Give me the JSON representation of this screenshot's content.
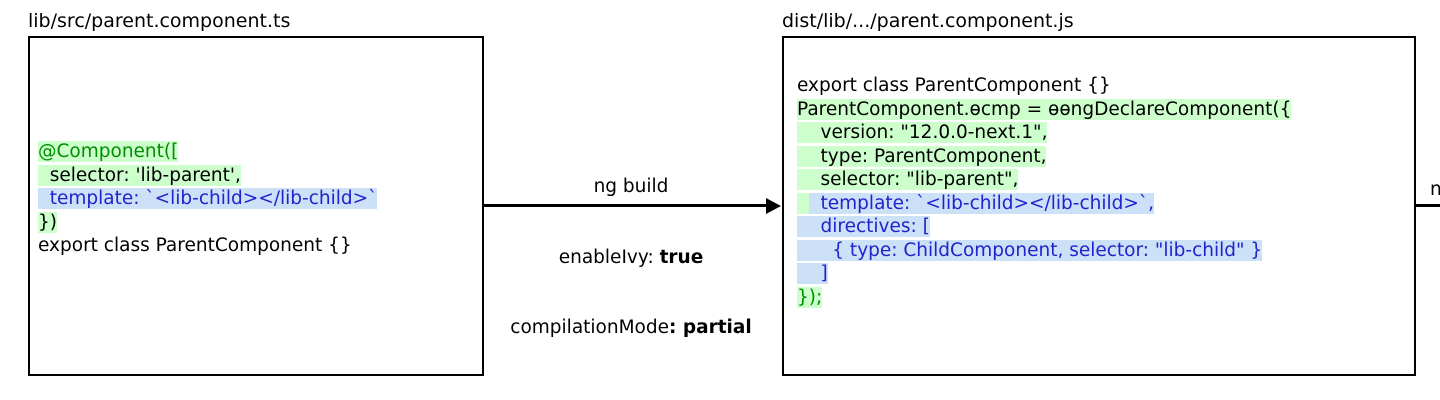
{
  "diagram": {
    "title_left": "lib/src/parent.component.ts",
    "title_right": "dist/lib/.../parent.component.js",
    "arrow": {
      "line1": "ng build",
      "line2_label": "enableIvy: ",
      "line2_value": "true",
      "line3_label": "compilationMode",
      "line3_value": ": partial"
    },
    "edge_fragment": "n"
  },
  "left_code": {
    "lines": [
      {
        "segments": [
          {
            "text": "@Component([",
            "hl": "green",
            "color": "green"
          }
        ]
      },
      {
        "segments": [
          {
            "text": "  selector: 'lib-parent',",
            "hl": "green",
            "color": "black"
          }
        ]
      },
      {
        "segments": [
          {
            "text": "  template: `<lib-child></lib-child>`",
            "hl": "blue",
            "color": "blue"
          }
        ]
      },
      {
        "segments": [
          {
            "text": "})",
            "hl": "green",
            "color": "black"
          }
        ]
      },
      {
        "segments": [
          {
            "text": "export class ParentComponent {}",
            "hl": "none",
            "color": "black"
          }
        ]
      }
    ]
  },
  "right_code": {
    "lines": [
      {
        "segments": [
          {
            "text": "export class ParentComponent {}",
            "hl": "none",
            "color": "black"
          }
        ]
      },
      {
        "segments": [
          {
            "text": "ParentComponent.ɵcmp = ɵɵngDeclareComponent({",
            "hl": "green",
            "color": "black"
          }
        ]
      },
      {
        "segments": [
          {
            "text": "    version: \"12.0.0-next.1\",",
            "hl": "green",
            "color": "black"
          }
        ]
      },
      {
        "segments": [
          {
            "text": "    type: ParentComponent,",
            "hl": "green",
            "color": "black"
          }
        ]
      },
      {
        "segments": [
          {
            "text": "    selector: \"lib-parent\",",
            "hl": "green",
            "color": "black"
          }
        ]
      },
      {
        "segments": [
          {
            "text": "  ",
            "hl": "green",
            "color": "black"
          },
          {
            "text": "  template: `<lib-child></lib-child>`,",
            "hl": "blue",
            "color": "blue"
          }
        ]
      },
      {
        "segments": [
          {
            "text": "    directives: [",
            "hl": "blue",
            "color": "blue"
          }
        ]
      },
      {
        "segments": [
          {
            "text": "      { type: ChildComponent, selector: \"lib-child\" }",
            "hl": "blue",
            "color": "blue"
          }
        ]
      },
      {
        "segments": [
          {
            "text": "    ]",
            "hl": "blue",
            "color": "blue"
          }
        ]
      },
      {
        "segments": [
          {
            "text": "});",
            "hl": "green",
            "color": "green"
          }
        ]
      }
    ]
  }
}
